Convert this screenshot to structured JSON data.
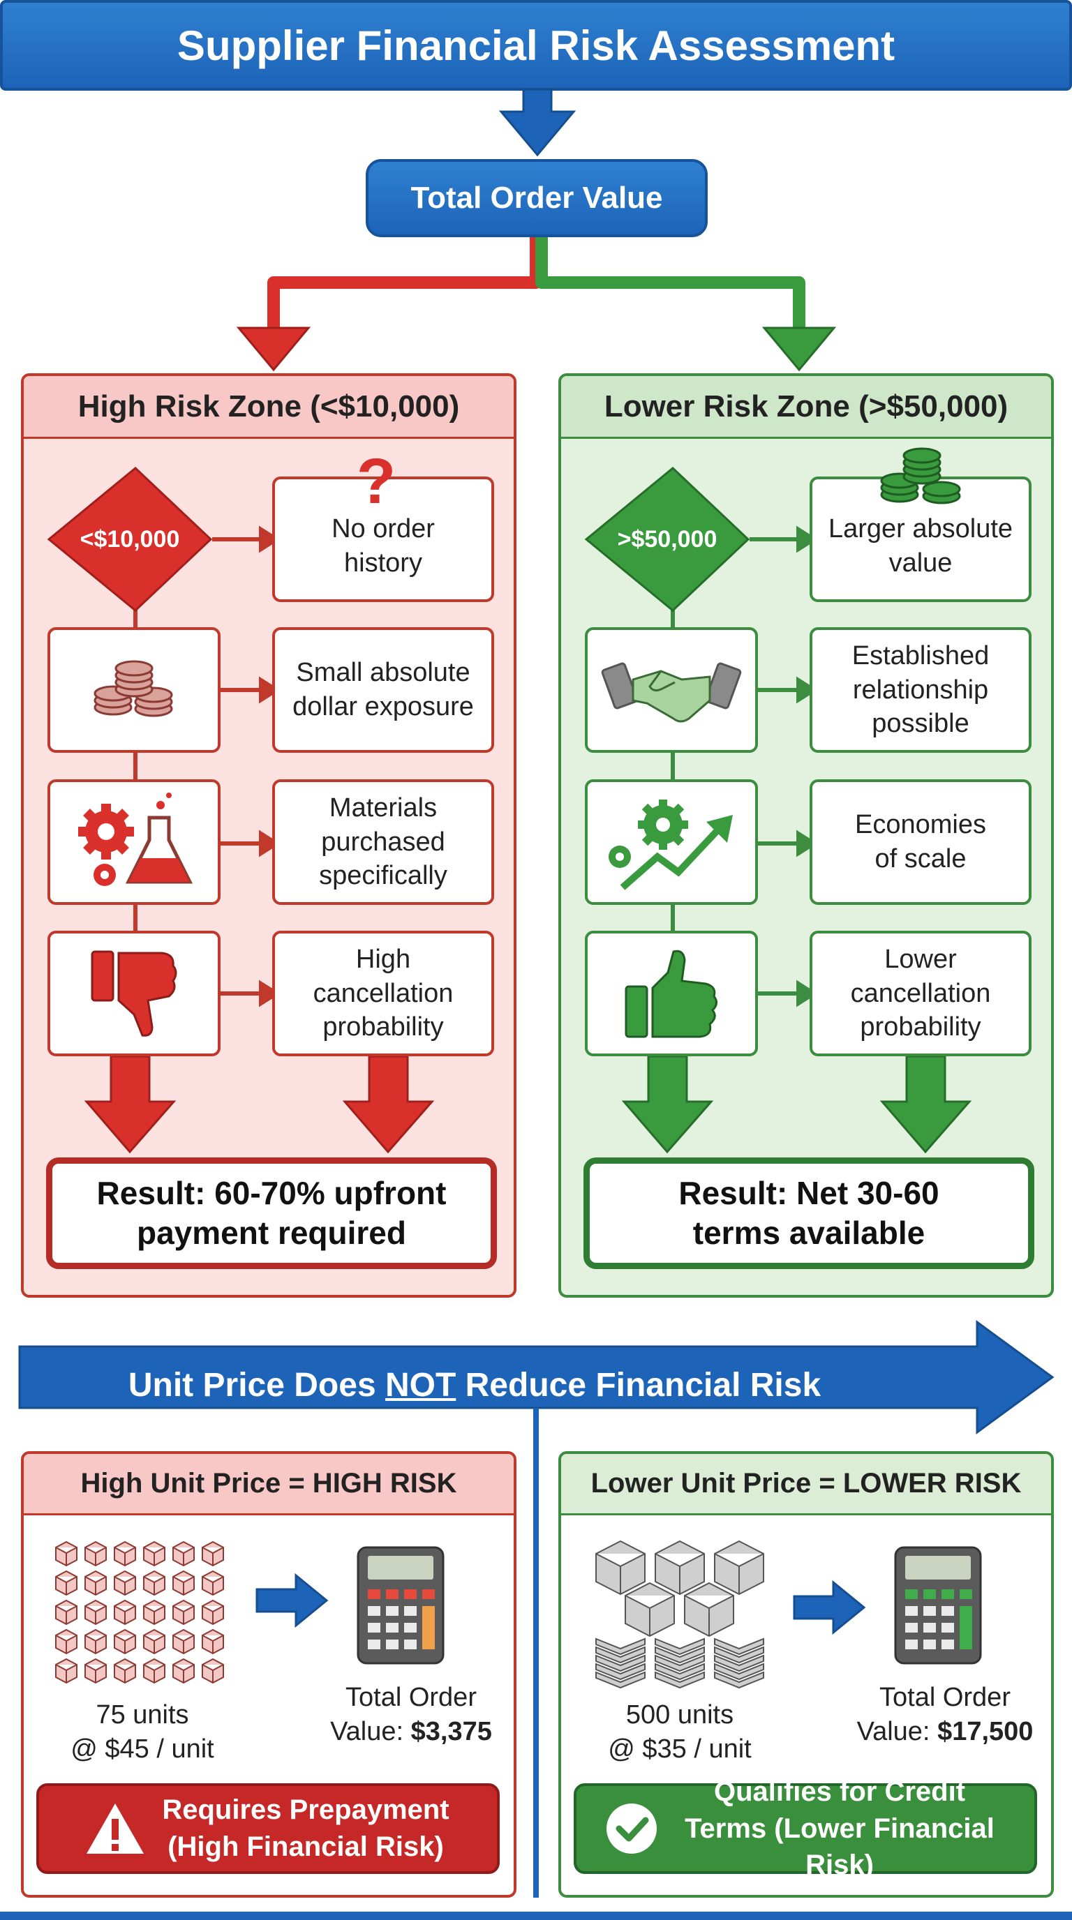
{
  "title": "Supplier Financial Risk Assessment",
  "root_node": "Total Order Value",
  "high_risk": {
    "zone_title": "High Risk Zone (<$10,000)",
    "diamond": "<$10,000",
    "factors": [
      "No order history",
      "Small absolute dollar exposure",
      "Materials purchased specifically",
      "High cancellation probability"
    ],
    "result": "Result: 60-70% upfront payment required"
  },
  "lower_risk": {
    "zone_title": "Lower Risk Zone (>$50,000)",
    "diamond": ">$50,000",
    "factors": [
      "Larger absolute value",
      "Established relationship possible",
      "Economies of scale",
      "Lower cancellation probability"
    ],
    "result": "Result: Net 30-60 terms available"
  },
  "banner": {
    "before": "Unit Price Does ",
    "emph": "NOT",
    "after": " Reduce Financial Risk"
  },
  "comparison": {
    "high": {
      "title": "High Unit Price = HIGH RISK",
      "units": "75 units",
      "unit_price": "@ $45 / unit",
      "total_label": "Total Order",
      "value_label": "Value:",
      "value": "$3,375",
      "action": "Requires Prepayment (High Financial Risk)"
    },
    "low": {
      "title": "Lower Unit Price = LOWER RISK",
      "units": "500 units",
      "unit_price": "@ $35 / unit",
      "total_label": "Total Order",
      "value_label": "Value:",
      "value": "$17,500",
      "action": "Qualifies for Credit Terms (Lower Financial Risk)"
    }
  },
  "colors": {
    "blue": "#1d64b8",
    "red": "#c0392b",
    "green": "#3c8d3f"
  }
}
